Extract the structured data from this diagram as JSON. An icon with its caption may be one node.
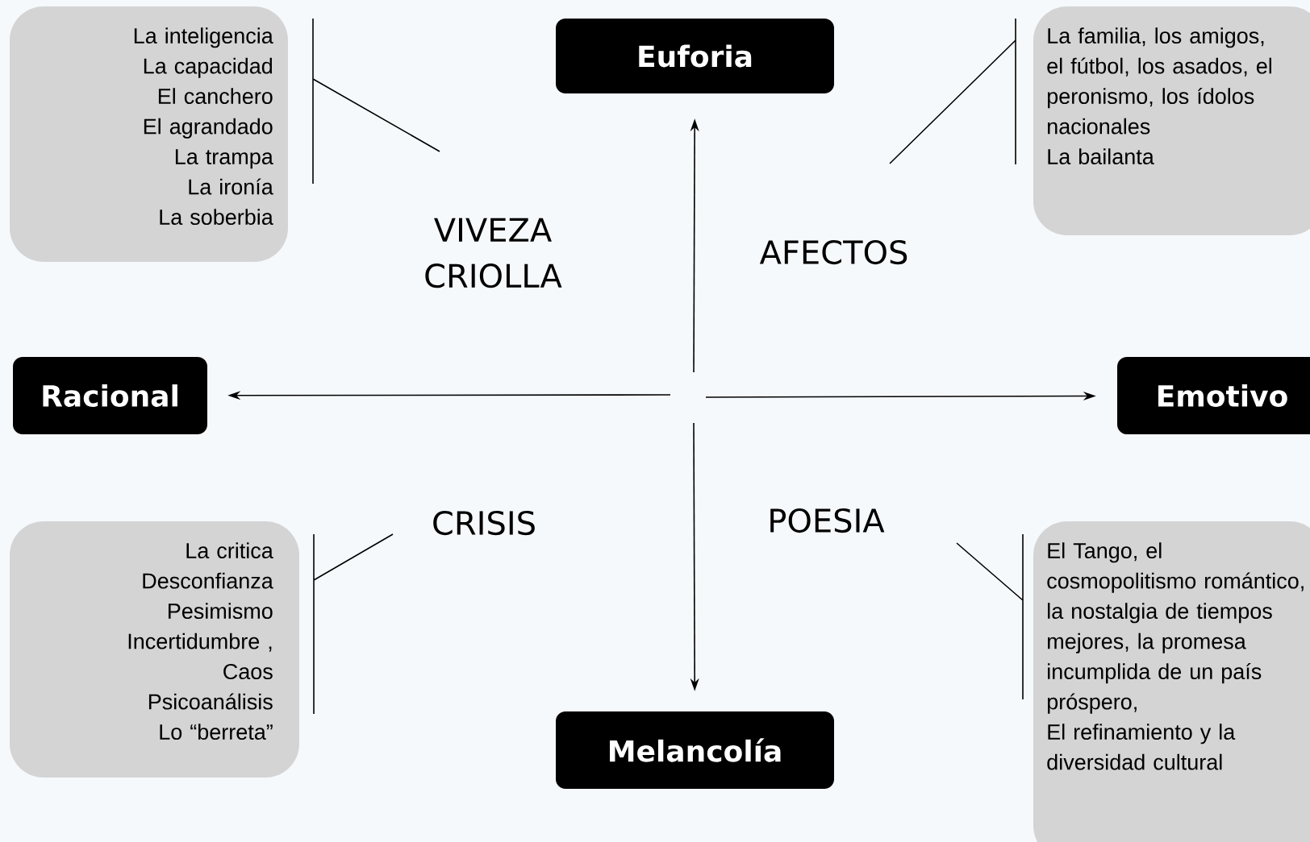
{
  "diagram": {
    "nodes": [
      {
        "text": [
          "Euforia"
        ]
      },
      {
        "text": [
          "Racional"
        ]
      },
      {
        "text": [
          "Emotivo"
        ]
      },
      {
        "text": [
          "Melancolía"
        ]
      },
      {
        "text": [
          "La inteligencia",
          "La capacidad",
          "El canchero",
          "El agrandado",
          "La trampa",
          "La ironía",
          "La soberbia"
        ]
      },
      {
        "text": [
          "La familia, los amigos, el fútbol, los asados, el peronismo, los ídolos nacionales",
          "La bailanta"
        ]
      },
      {
        "text": [
          "La critica",
          "Desconfianza",
          "Pesimismo",
          "Incertidumbre ,",
          "Caos",
          "Psicoanálisis",
          "Lo “berreta”"
        ]
      },
      {
        "text": [
          "El Tango, el cosmopolitismo romántico, la nostalgia de tiempos mejores, la promesa incumplida de un país próspero,",
          "El refinamiento y la diversidad cultural"
        ]
      },
      {
        "text": [
          "VIVEZA CRIOLLA"
        ]
      },
      {
        "text": [
          "AFECTOS"
        ]
      },
      {
        "text": [
          "CRISIS"
        ]
      },
      {
        "text": [
          "POESIA"
        ]
      }
    ],
    "edges": [
      {
        "from": null,
        "to": 0,
        "arrow": "to"
      },
      {
        "from": null,
        "to": 1,
        "arrow": "to"
      },
      {
        "from": null,
        "to": 2,
        "arrow": "to"
      },
      {
        "from": null,
        "to": 3,
        "arrow": "to"
      },
      {
        "from": 8,
        "to": 4,
        "arrow": "none"
      },
      {
        "from": 9,
        "to": 5,
        "arrow": "none"
      },
      {
        "from": 10,
        "to": 6,
        "arrow": "none"
      },
      {
        "from": 11,
        "to": 7,
        "arrow": "none"
      }
    ]
  }
}
